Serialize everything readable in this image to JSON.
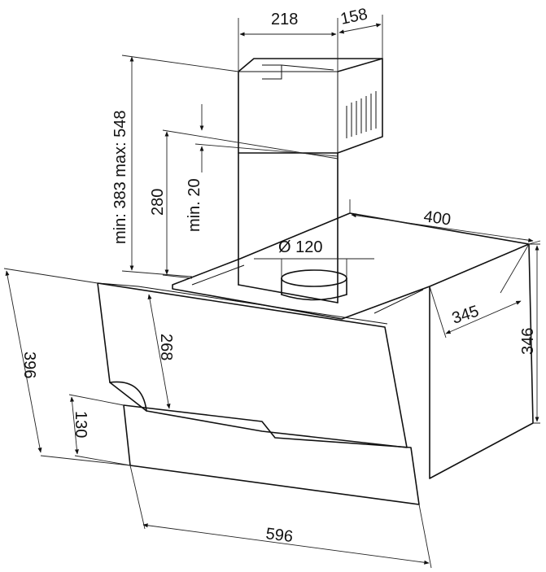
{
  "dimensions": {
    "chimney_width": "218",
    "chimney_depth": "158",
    "height_range": "min: 383 max: 548",
    "lower_chimney": "280",
    "min_gap": "min. 20",
    "duct_diameter": "Ø 120",
    "body_width_top": "400",
    "body_depth": "345",
    "body_height": "346",
    "glass_height": "396",
    "front_panel_height": "268",
    "bottom_panel_height": "130",
    "total_width": "596"
  },
  "colors": {
    "line": "#111111",
    "background": "#ffffff"
  }
}
